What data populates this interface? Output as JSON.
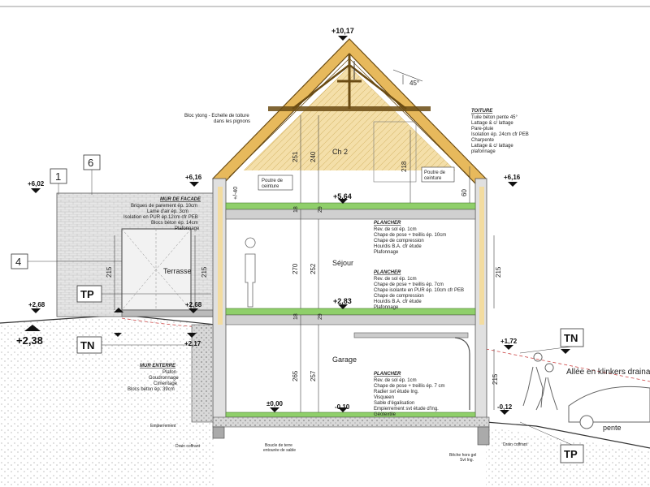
{
  "levels": {
    "ridge": "+10,17",
    "eave_left": "+6,16",
    "eave_right": "+6,16",
    "annex": "+6,02",
    "floor1": "+5,64",
    "floor0": "+2,83",
    "terrace": "+2,68",
    "terrace_left": "+2,68",
    "ground_left": "+2,38",
    "tn_left": "+2,17",
    "garage": "±0,00",
    "garage_slab": "-0,10",
    "street_right": "+1,72",
    "street_bottom": "-0,12"
  },
  "dims": {
    "roof_h": "251",
    "roof_inner": "240",
    "window_218": "218",
    "dim_60": "60",
    "dim_40": "+/-40",
    "floor_29a": "29",
    "floor_18a": "18",
    "floor_29b": "29",
    "floor_18b": "18",
    "h_270": "270",
    "h_252": "252",
    "h_215_l": "215",
    "h_215_t": "215",
    "h_215_r": "215",
    "h_215_g": "215",
    "h_265": "265",
    "h_257": "257",
    "angle": "45°"
  },
  "rooms": {
    "ch2": "Ch 2",
    "sejour": "Séjour",
    "garage": "Garage",
    "terrasse": "Terrasse"
  },
  "tags": {
    "n1": "1",
    "n6": "6",
    "n4": "4",
    "tp_left": "TP",
    "tn_left": "TN",
    "tn_right": "TN",
    "tp_right": "TP"
  },
  "notes": {
    "bloc_ytong": "Bloc ytong - Echelle de toiture",
    "bloc_ytong2": "dans les pignons",
    "poutre_l1": "Poutre de",
    "poutre_l2": "ceinture",
    "poutre_r1": "Poutre de",
    "poutre_r2": "ceinture",
    "allee": "Allée en klinkers drainant",
    "pente": "pente",
    "empierrement": "Empierrement",
    "drain_left": "Drain coffrant",
    "drain_right": "Drain coffrant",
    "boucle1": "Boucle de terre",
    "boucle2": "entourée de sable",
    "beche1": "Bêche hors gel",
    "beche2": "Svt Ing."
  },
  "toiture": {
    "title": "TOITURE",
    "lines": [
      "Tuile béton pente 45°",
      "Lattage & c/ lattage",
      "Pare-pluie",
      "Isolation ép. 24cm cfr PEB",
      "Charpente",
      "Lattage & c/ lattage",
      "plafonnage"
    ]
  },
  "mur_facade": {
    "title": "MUR DE FACADE",
    "lines": [
      "Briques de parement ép. 10cm",
      "Lame d'air ép. 3cm",
      "Isolation en PUR ép.12cm cfr PEB",
      "Blocs béton ép. 14cm",
      "Plafonnage"
    ]
  },
  "plancher1": {
    "title": "PLANCHER",
    "lines": [
      "Rev. de sol ép. 1cm",
      "Chape de pose + treillis ép. 10cm",
      "Chape de compression",
      "Hourdis B.A. cfr étude",
      "Plafonnage"
    ]
  },
  "plancher2": {
    "title": "PLANCHER",
    "lines": [
      "Rev. de sol ép. 1cm",
      "Chape de pose + treillis ép. 7cm",
      "Chape isolante en PUR ép. 10cm cfr PEB",
      "Chape de compression",
      "Hourdis B.A. cfr étude",
      "Plafonnage"
    ]
  },
  "plancher3": {
    "title": "PLANCHER",
    "lines": [
      "Rev. de sol ép. 1cm",
      "Chape de pose + treillis ép. 7 cm",
      "Radier svt étude Ing.",
      "Visqueen",
      "Sable d'égalisation",
      "Empierrement svt étude d'Ing.",
      "Géotextile"
    ]
  },
  "mur_enterre": {
    "title": "MUR ENTERRE",
    "lines": [
      "Plafon",
      "Goudronnage",
      "Cimentage",
      "Blocs béton ép. 39cm"
    ]
  }
}
